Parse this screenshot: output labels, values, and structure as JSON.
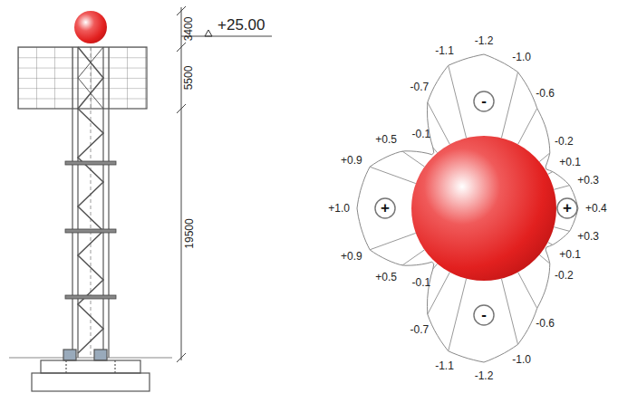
{
  "diagram": {
    "nodes": [
      {
        "text": [
          "-"
        ]
      },
      {
        "text": [
          "+"
        ]
      },
      {
        "text": [
          "+"
        ]
      },
      {
        "text": [
          "-"
        ]
      }
    ],
    "labels": [
      "3400",
      "+25.00",
      "5500",
      "19500",
      "-1.2",
      "-1.1",
      "-1.0",
      "-0.7",
      "-0.6",
      "+0.5",
      "-0.1",
      "-0.2",
      "+0.1",
      "+0.9",
      "+0.3",
      "+1.0",
      "+0.4",
      "+0.9",
      "+0.3",
      "+0.1",
      "-0.2",
      "+0.5",
      "-0.1",
      "-0.7",
      "-0.6",
      "-1.1",
      "-1.0",
      "-1.2"
    ]
  }
}
